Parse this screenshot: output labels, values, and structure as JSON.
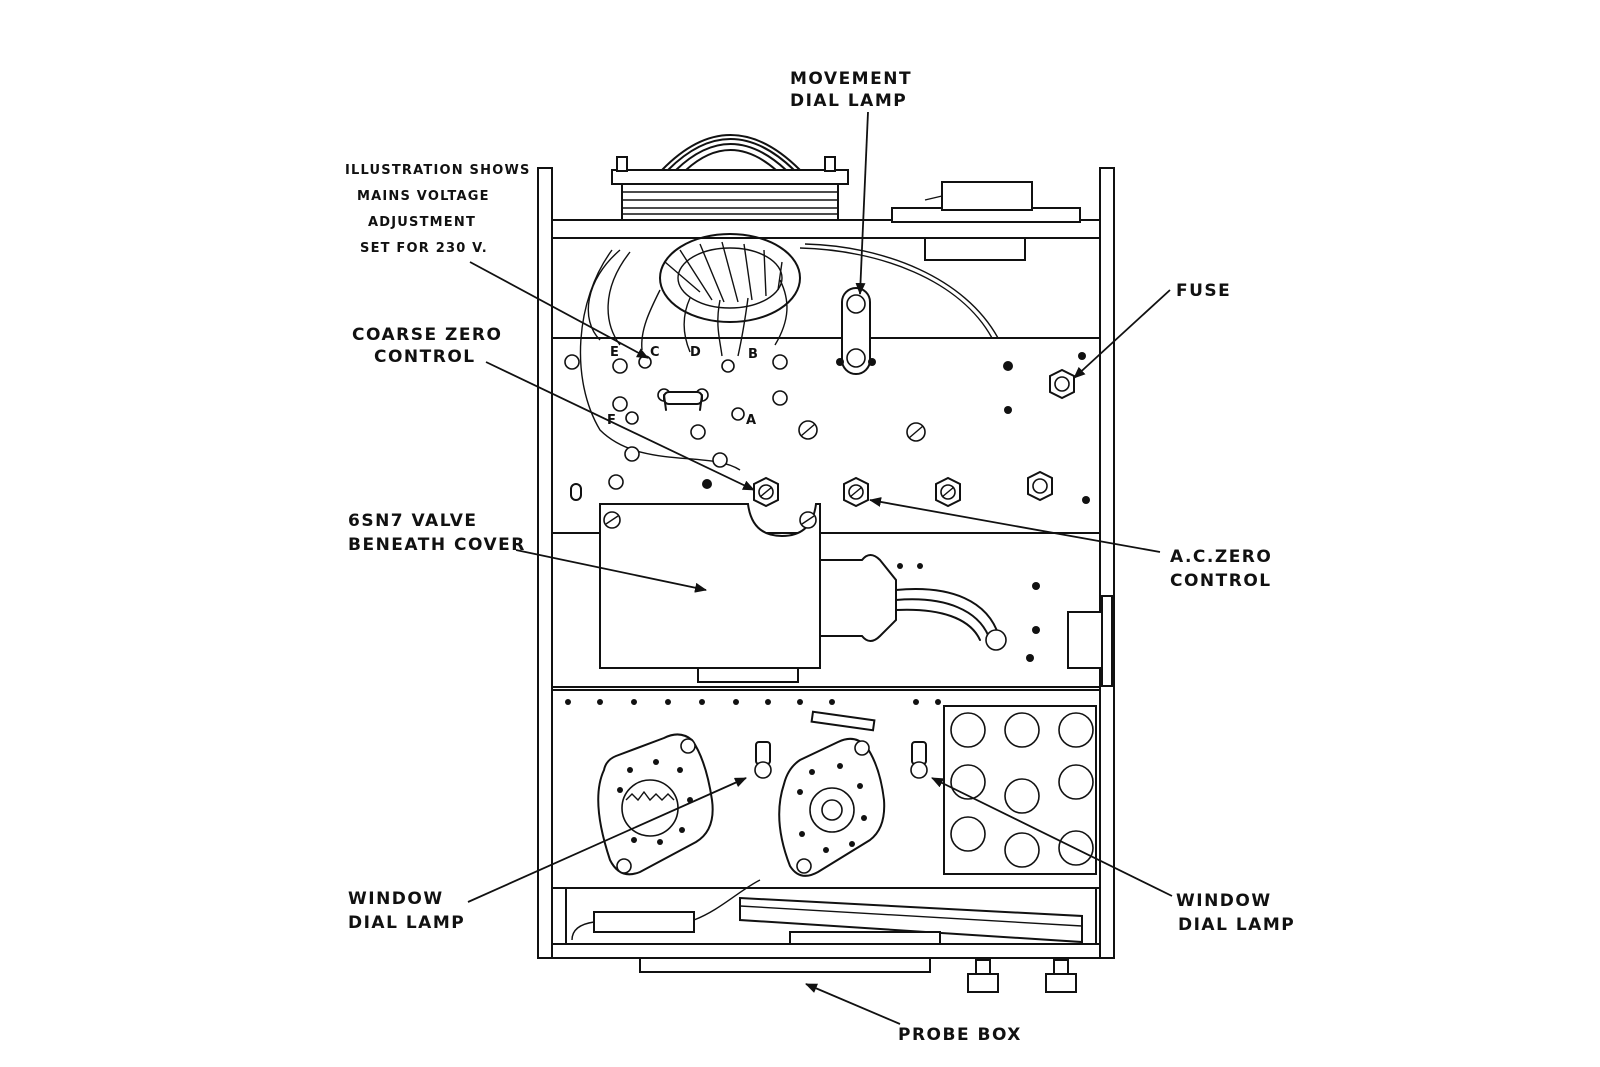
{
  "labels": {
    "movement_dial_lamp": [
      "MOVEMENT",
      "DIAL LAMP"
    ],
    "illustration_note": [
      "ILLUSTRATION SHOWS",
      "MAINS VOLTAGE",
      "ADJUSTMENT",
      "SET FOR 230 V."
    ],
    "fuse": "FUSE",
    "coarse_zero_control": [
      "COARSE ZERO",
      "CONTROL"
    ],
    "valve_cover": [
      "6SN7 VALVE",
      "BENEATH COVER"
    ],
    "ac_zero_control": [
      "A.C.ZERO",
      "CONTROL"
    ],
    "window_dial_lamp_left": [
      "WINDOW",
      "DIAL LAMP"
    ],
    "window_dial_lamp_right": [
      "WINDOW",
      "DIAL LAMP"
    ],
    "probe_box": "PROBE BOX"
  },
  "tap_letters": [
    "E",
    "C",
    "D",
    "B",
    "F",
    "A"
  ]
}
